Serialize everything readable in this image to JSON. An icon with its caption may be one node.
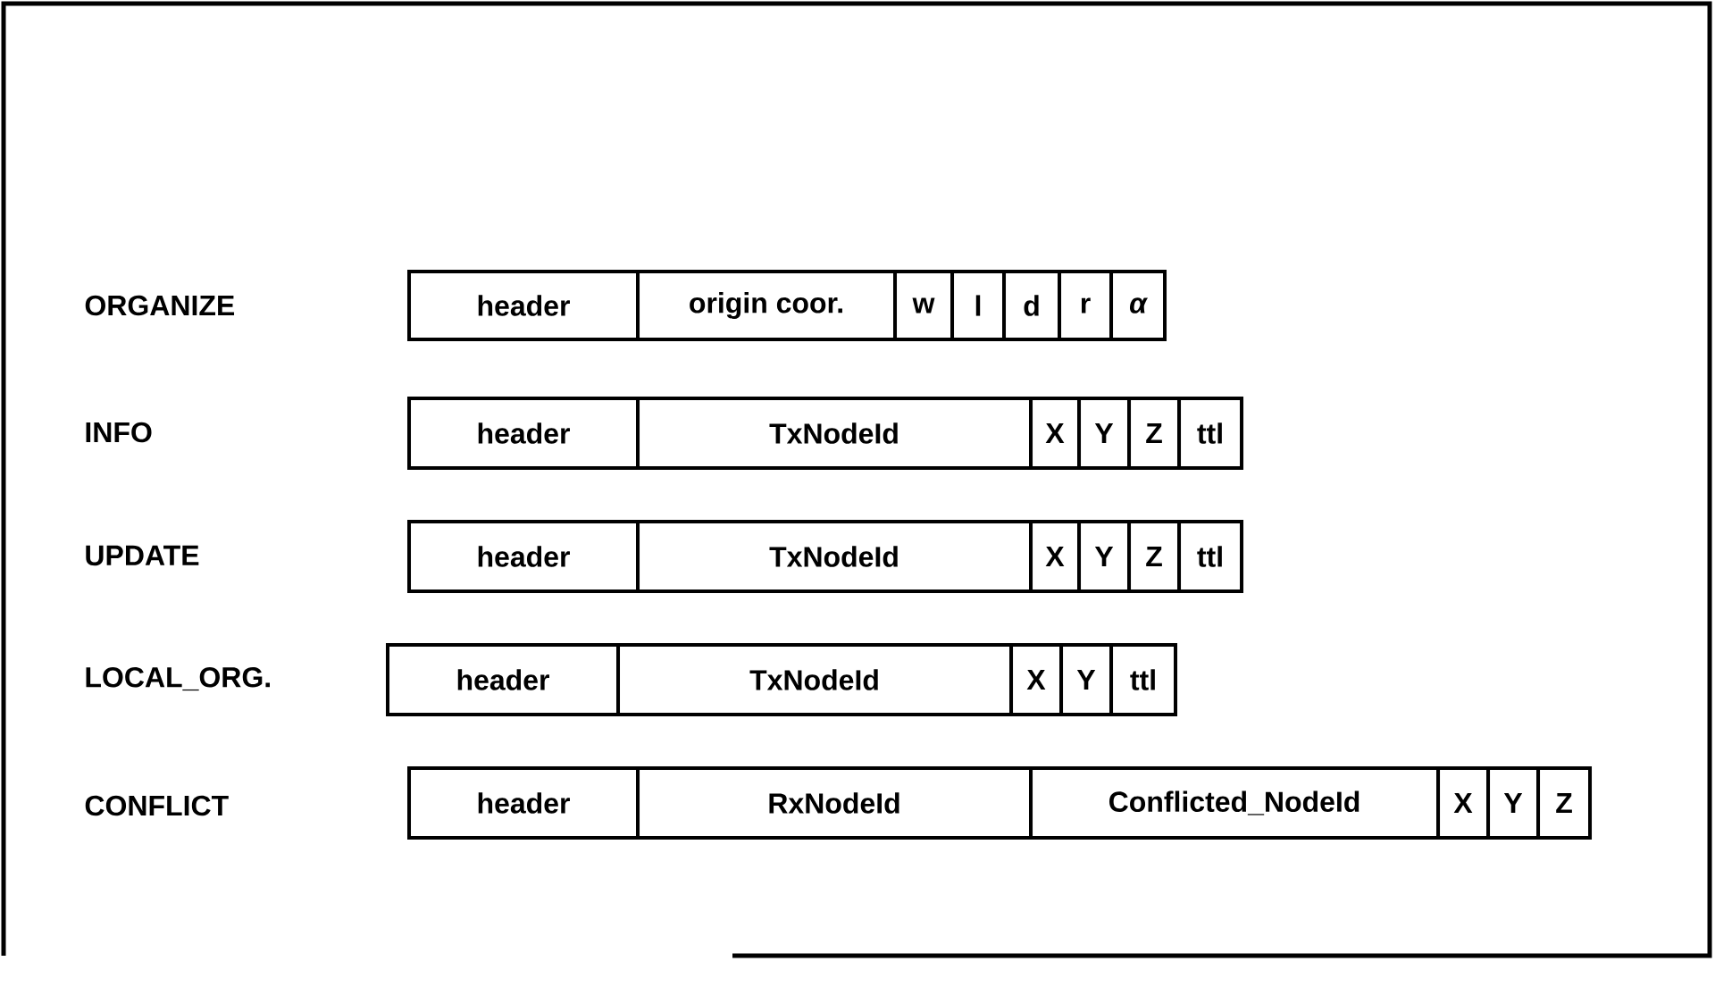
{
  "diagram": {
    "nodes": [
      {
        "text": [
          "header"
        ]
      },
      {
        "text": [
          "origin coor."
        ]
      },
      {
        "text": [
          "w"
        ]
      },
      {
        "text": [
          "l"
        ]
      },
      {
        "text": [
          "d"
        ]
      },
      {
        "text": [
          "r"
        ]
      },
      {
        "text": [
          "α"
        ]
      },
      {
        "text": [
          "header"
        ]
      },
      {
        "text": [
          "TxNodeId"
        ]
      },
      {
        "text": [
          "X"
        ]
      },
      {
        "text": [
          "Y"
        ]
      },
      {
        "text": [
          "Z"
        ]
      },
      {
        "text": [
          "ttl"
        ]
      },
      {
        "text": [
          "header"
        ]
      },
      {
        "text": [
          "TxNodeId"
        ]
      },
      {
        "text": [
          "X"
        ]
      },
      {
        "text": [
          "Y"
        ]
      },
      {
        "text": [
          "Z"
        ]
      },
      {
        "text": [
          "ttl"
        ]
      },
      {
        "text": [
          "header"
        ]
      },
      {
        "text": [
          "TxNodeId"
        ]
      },
      {
        "text": [
          "X"
        ]
      },
      {
        "text": [
          "Y"
        ]
      },
      {
        "text": [
          "ttl"
        ]
      },
      {
        "text": [
          "header"
        ]
      },
      {
        "text": [
          "RxNodeId"
        ]
      },
      {
        "text": [
          "Conflicted_NodeId"
        ]
      },
      {
        "text": [
          "X"
        ]
      },
      {
        "text": [
          "Y"
        ]
      },
      {
        "text": [
          "Z"
        ]
      }
    ],
    "labels": [
      "ORGANIZE",
      "INFO",
      "UPDATE",
      "LOCAL_ORG.",
      "CONFLICT"
    ]
  }
}
